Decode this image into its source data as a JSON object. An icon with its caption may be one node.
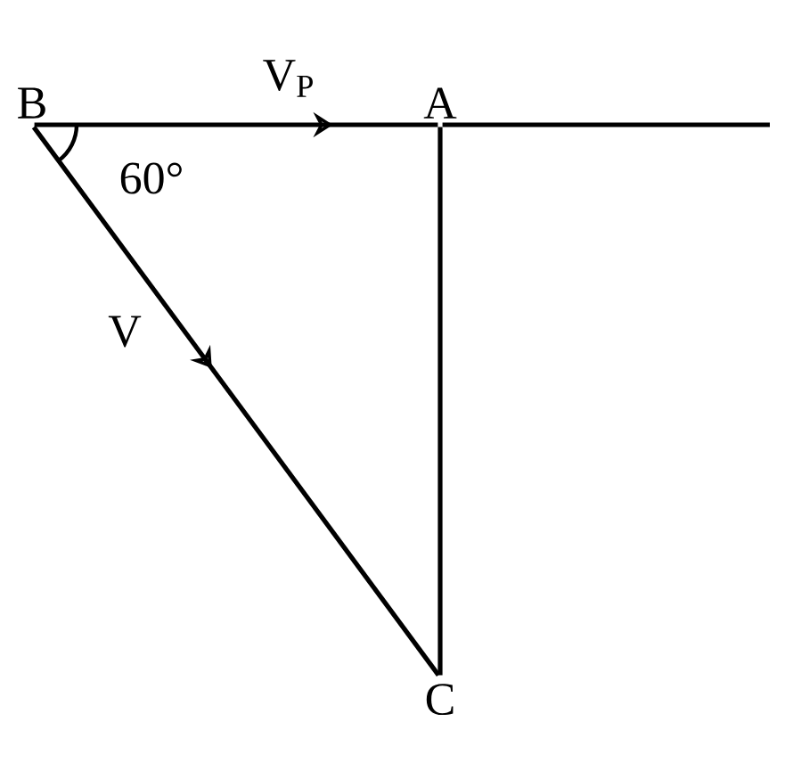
{
  "diagram": {
    "nodes": [
      {
        "text": [
          "B"
        ]
      },
      {
        "text": [
          "A"
        ]
      },
      {
        "text": [
          "C"
        ]
      }
    ],
    "edges": [
      {
        "from": 0,
        "to": 1,
        "arrow": "to",
        "label": "V$_{P}$"
      },
      {
        "from": 0,
        "to": 2,
        "arrow": "to",
        "label": "V"
      },
      {
        "from": 1,
        "to": 2,
        "arrow": "none"
      },
      {
        "from": 1,
        "to": null,
        "arrow": "none"
      }
    ],
    "labels": [
      "60°"
    ]
  }
}
